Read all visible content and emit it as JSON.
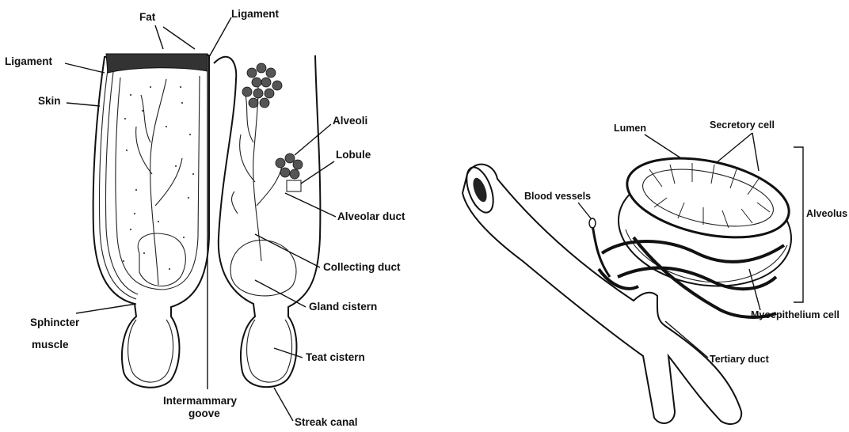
{
  "udder_diagram": {
    "labels": {
      "fat": "Fat",
      "ligament_top": "Ligament",
      "ligament_left": "Ligament",
      "skin": "Skin",
      "alveoli": "Alveoli",
      "lobule": "Lobule",
      "alveolar_duct": "Alveolar duct",
      "collecting_duct": "Collecting duct",
      "gland_cistern": "Gland cistern",
      "sphincter_1": "Sphincter",
      "sphincter_2": "muscle",
      "teat_cistern": "Teat cistern",
      "intermammary_1": "Intermammary",
      "intermammary_2": "goove",
      "streak_canal": "Streak canal"
    }
  },
  "alveolus_diagram": {
    "labels": {
      "lumen": "Lumen",
      "secretory_cell": "Secretory cell",
      "blood_vessels": "Blood vessels",
      "alveolus": "Alveolus",
      "myoepithelium_cell": "Myoepithelium cell",
      "tertiary_duct": "Tertiary duct"
    }
  },
  "colors": {
    "ink": "#111111",
    "paper": "#ffffff"
  }
}
